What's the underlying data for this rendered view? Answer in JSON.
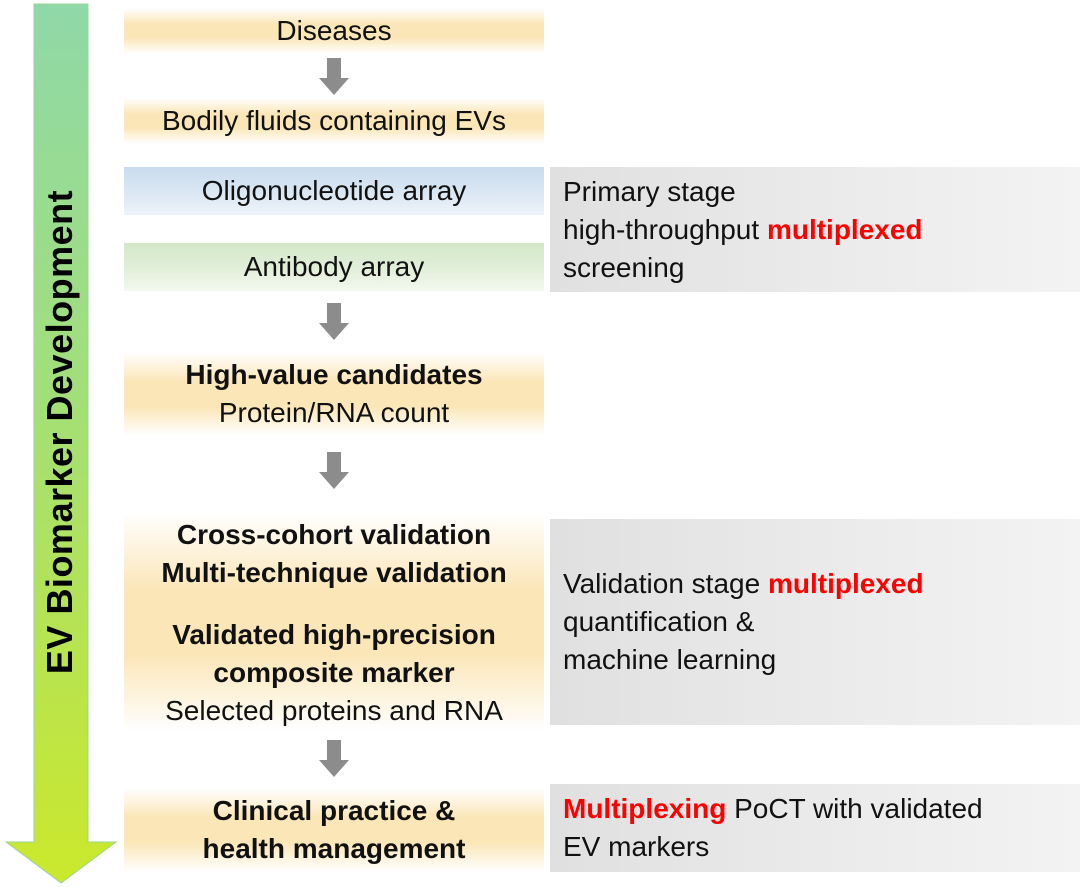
{
  "side_arrow": {
    "label": "EV Biomarker Development"
  },
  "flow": {
    "diseases": "Diseases",
    "bodily_fluids": "Bodily fluids containing EVs",
    "oligo_array": "Oligonucleotide array",
    "antibody_array": "Antibody array",
    "candidates_title": "High-value candidates",
    "candidates_sub": "Protein/RNA count",
    "validation_line1": "Cross-cohort validation",
    "validation_line2": "Multi-technique validation",
    "marker_line1": "Validated high-precision",
    "marker_line2": "composite marker",
    "marker_sub": "Selected proteins and RNA",
    "clinical_line1": "Clinical practice &",
    "clinical_line2": "health management"
  },
  "panels": {
    "primary": {
      "line1": "Primary stage",
      "line2_prefix": "high-throughput ",
      "line2_highlight": "multiplexed",
      "line3": "screening"
    },
    "validation": {
      "line1_prefix": "Validation stage ",
      "line1_highlight": "multiplexed",
      "line2": "quantification &",
      "line3": "machine learning"
    },
    "clinical": {
      "line1_highlight": "Multiplexing",
      "line1_suffix": " PoCT with validated",
      "line2": "EV markers"
    }
  },
  "colors": {
    "arrow_top": "#8fd3a8",
    "arrow_bottom": "#c8e830",
    "highlight_red": "#ff0000",
    "box_orange": "#fbe6b8",
    "box_blue": "#c9dcef",
    "box_green": "#d3e8c8",
    "panel_gray": "#e6e6e6",
    "small_arrow_gray": "#8c8c8c"
  }
}
